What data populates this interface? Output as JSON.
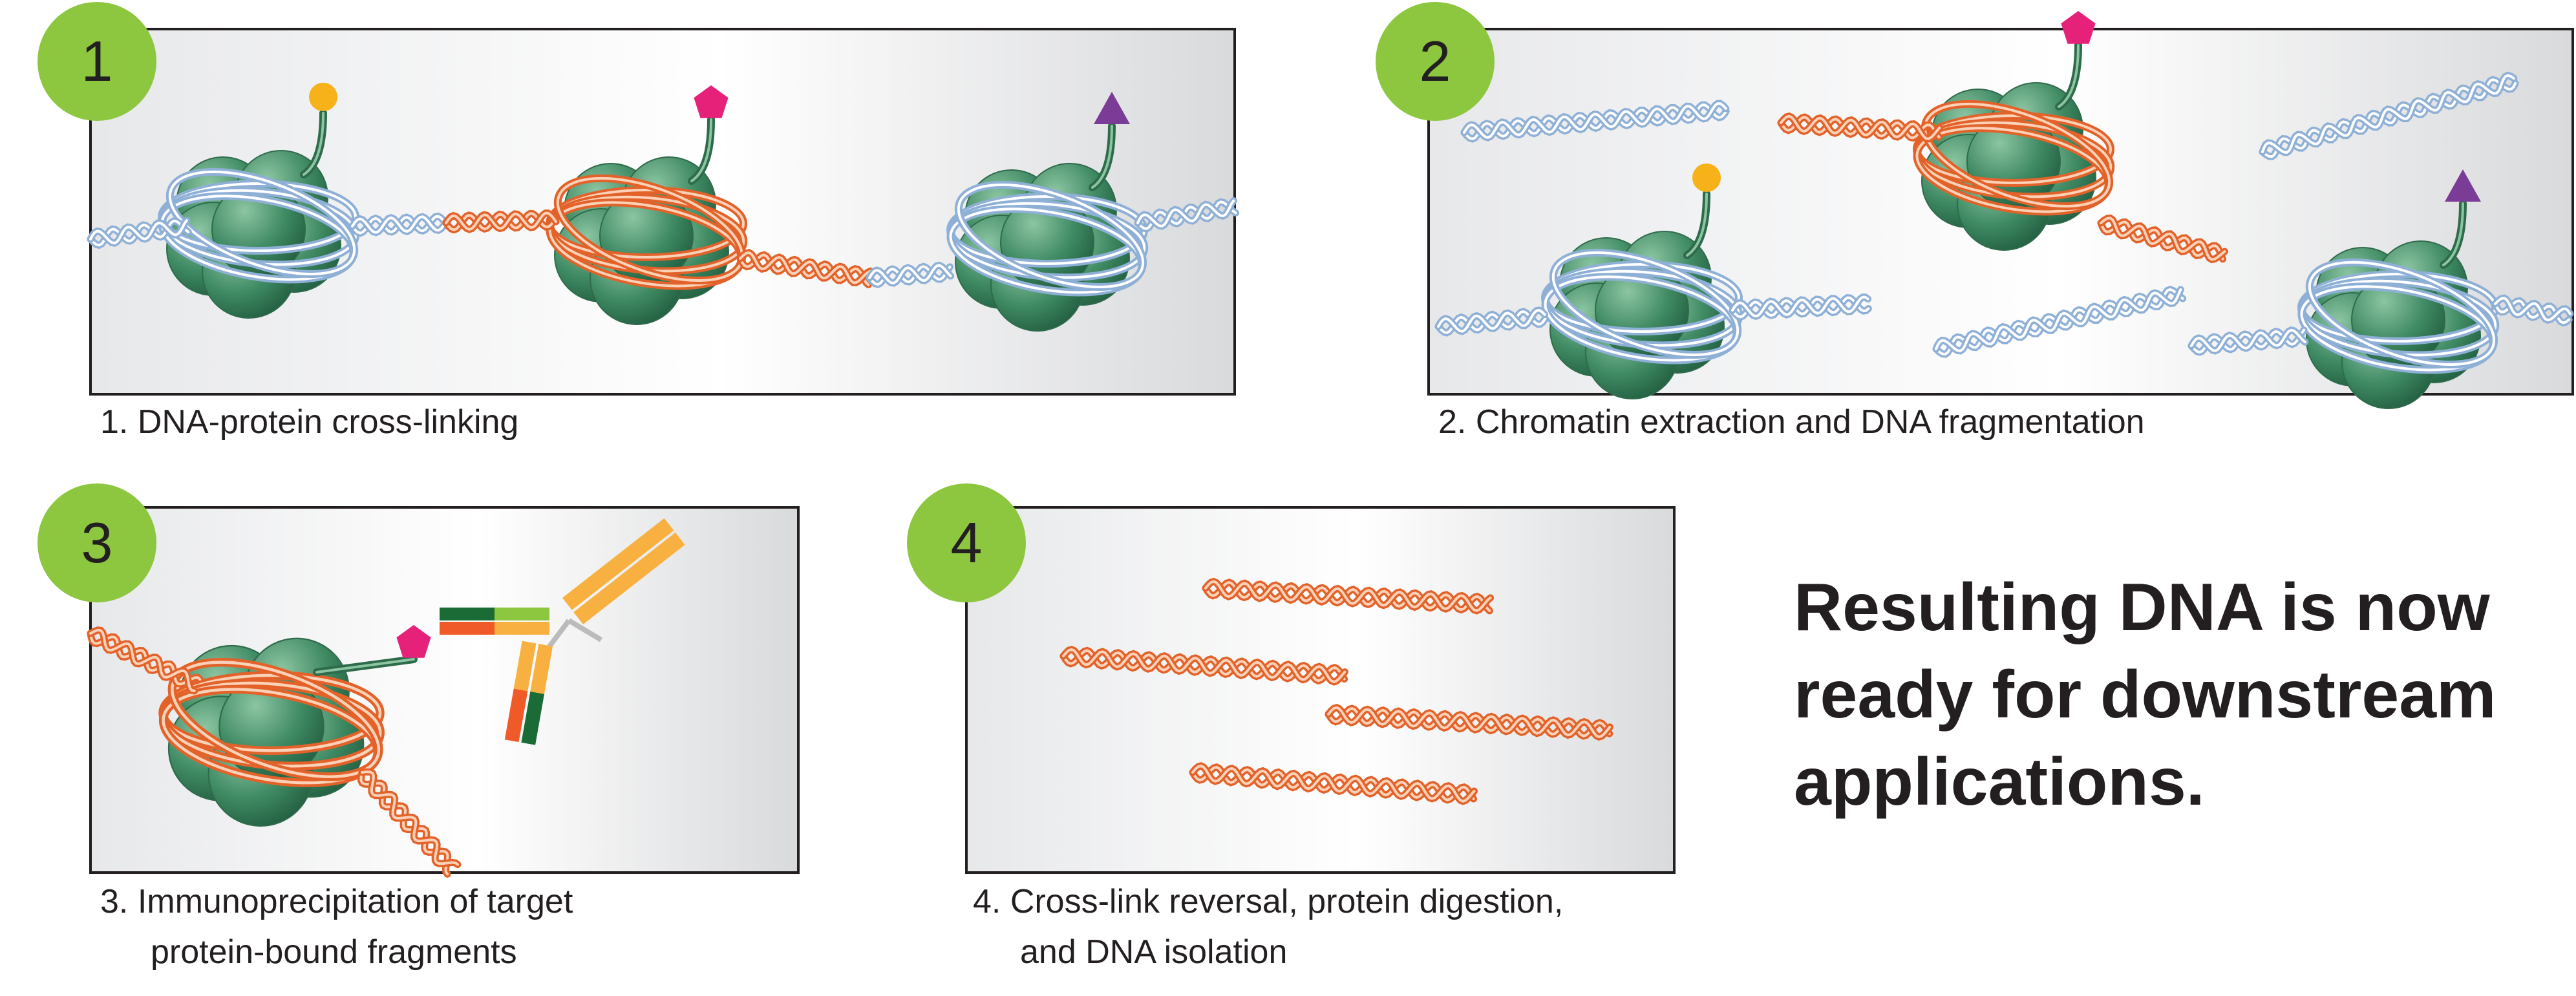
{
  "steps": [
    {
      "number": "1",
      "caption_lines": [
        "1.  DNA-protein cross-linking"
      ]
    },
    {
      "number": "2",
      "caption_lines": [
        "2.  Chromatin extraction and DNA fragmentation"
      ]
    },
    {
      "number": "3",
      "caption_lines": [
        "3.  Immunoprecipitation of target",
        "protein-bound fragments"
      ]
    },
    {
      "number": "4",
      "caption_lines": [
        "4.  Cross-link reversal, protein digestion,",
        "and DNA isolation"
      ]
    }
  ],
  "result_lines": [
    "Resulting DNA is now",
    "ready for downstream",
    "applications."
  ],
  "colors": {
    "badge": "#8dc63f",
    "panel_border": "#231f20",
    "histone": "#3f8a63",
    "dna_blue": "#8fb0d6",
    "dna_orange": "#e2622a",
    "tag_yellow": "#f7b21a",
    "tag_pink": "#e6217a",
    "tag_purple": "#7a3c96",
    "antibody_orange": "#f8b040",
    "antibody_green": "#1a6b35"
  }
}
